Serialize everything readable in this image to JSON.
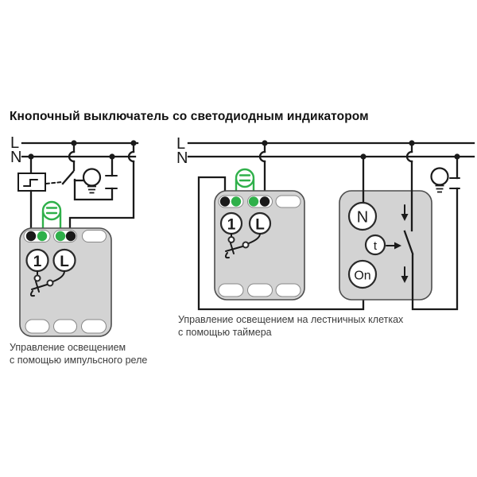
{
  "title": "Кнопочный выключатель со светодиодным индикатором",
  "colors": {
    "accent_green": "#2fb04a",
    "wire_black": "#1a1a1a",
    "device_gray": "#d3d3d3",
    "device_border": "#4d4d4d"
  },
  "icons": [
    "lamp-icon",
    "led-indicator-icon",
    "impulse-relay-icon",
    "junction-dot",
    "crossover-hop-icon",
    "down-arrow-icon",
    "right-arrow-icon",
    "switch-contact-icon"
  ],
  "left": {
    "l_label": "L",
    "n_label": "N",
    "terminal_1": "1",
    "terminal_l": "L",
    "caption_line1": "Управление освещением",
    "caption_line2": "с помощью импульсного реле"
  },
  "right": {
    "l_label": "L",
    "n_label": "N",
    "terminal_1": "1",
    "terminal_l": "L",
    "timer_n": "N",
    "timer_t": "t",
    "timer_on": "On",
    "caption_line1": "Управление освещением на лестничных клетках",
    "caption_line2": "с помощью таймера"
  }
}
